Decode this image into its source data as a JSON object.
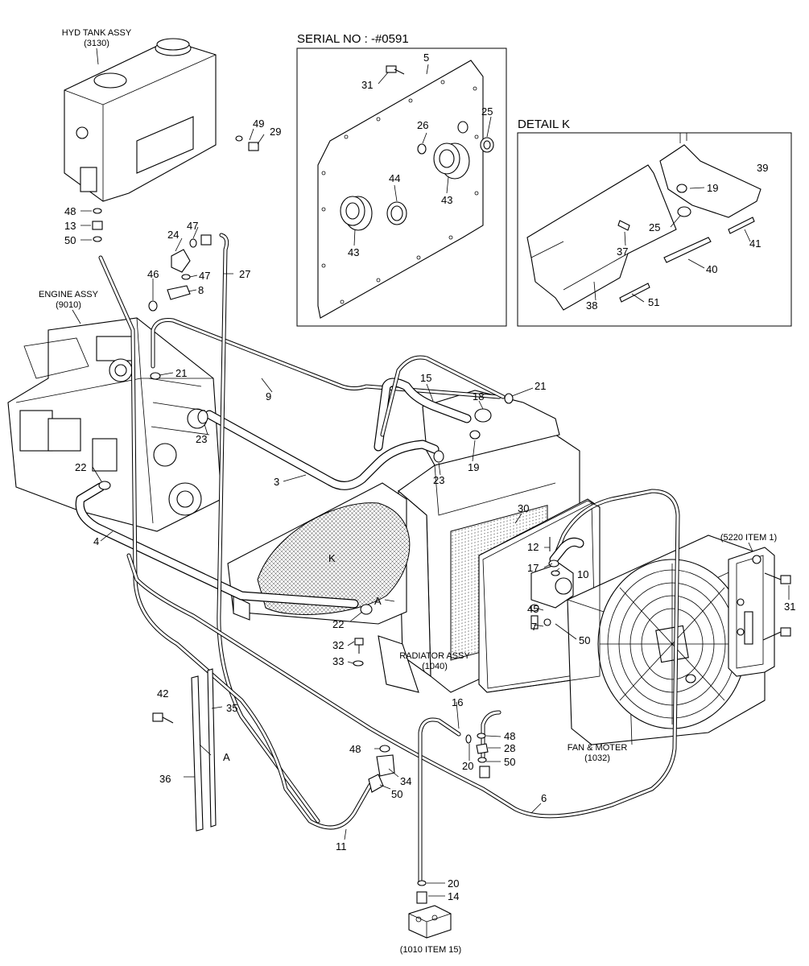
{
  "box_labels": {
    "serial": "SERIAL NO : -#0591",
    "detail_k": "DETAIL K"
  },
  "assemblies": {
    "hyd_tank_name": "HYD TANK ASSY",
    "hyd_tank_code": "(3130)",
    "engine_name": "ENGINE ASSY",
    "engine_code": "(9010)",
    "radiator_name": "RADIATOR ASSY",
    "radiator_code": "(1040)",
    "fan_name": "FAN & MOTER",
    "fan_code": "(1032)",
    "item5220": "(5220 ITEM 1)",
    "item1010": "(1010 ITEM 15)"
  },
  "callouts": {
    "c3": "3",
    "c4": "4",
    "c5": "5",
    "c6": "6",
    "c7": "7",
    "c8": "8",
    "c9": "9",
    "c10": "10",
    "c11": "11",
    "c12": "12",
    "c13": "13",
    "c14": "14",
    "c15": "15",
    "c16": "16",
    "c17": "17",
    "c18": "18",
    "c19a": "19",
    "c19b": "19",
    "c20a": "20",
    "c20b": "20",
    "c21a": "21",
    "c21b": "21",
    "c22a": "22",
    "c22b": "22",
    "c23a": "23",
    "c23b": "23",
    "c24": "24",
    "c25a": "25",
    "c25b": "25",
    "c26": "26",
    "c27": "27",
    "c28": "28",
    "c29": "29",
    "c30": "30",
    "c31a": "31",
    "c31b": "31",
    "c32": "32",
    "c33": "33",
    "c34": "34",
    "c35": "35",
    "c36": "36",
    "c37": "37",
    "c38": "38",
    "c39": "39",
    "c40": "40",
    "c41": "41",
    "c42": "42",
    "c43a": "43",
    "c43b": "43",
    "c44": "44",
    "c45": "45",
    "c46": "46",
    "c47a": "47",
    "c47b": "47",
    "c48a": "48",
    "c48b": "48",
    "c48c": "48",
    "c49": "49",
    "c50a": "50",
    "c50b": "50",
    "c50c": "50",
    "c50d": "50",
    "c51": "51",
    "detailK": "K",
    "viewA1": "A",
    "viewA2": "A"
  }
}
